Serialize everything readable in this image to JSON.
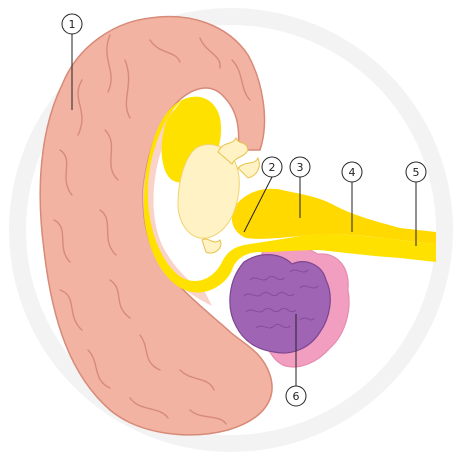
{
  "callouts": [
    {
      "number": "1",
      "target": "cerebral-cortex"
    },
    {
      "number": "2",
      "target": "gray-matter"
    },
    {
      "number": "3",
      "target": "white-matter"
    },
    {
      "number": "4",
      "target": "brainstem"
    },
    {
      "number": "5",
      "target": "spinal-cord"
    },
    {
      "number": "6",
      "target": "cerebellum"
    }
  ],
  "colors": {
    "background_circle": "#f2f2f2",
    "cortex": "#f2b3a3",
    "cortex_stroke": "#d88a78",
    "yellow_structure": "#ffe100",
    "cream_structure": "#fff2c4",
    "cerebellum": "#a064b4",
    "pink_lobe": "#f29ec1",
    "label_ink": "#222222"
  }
}
